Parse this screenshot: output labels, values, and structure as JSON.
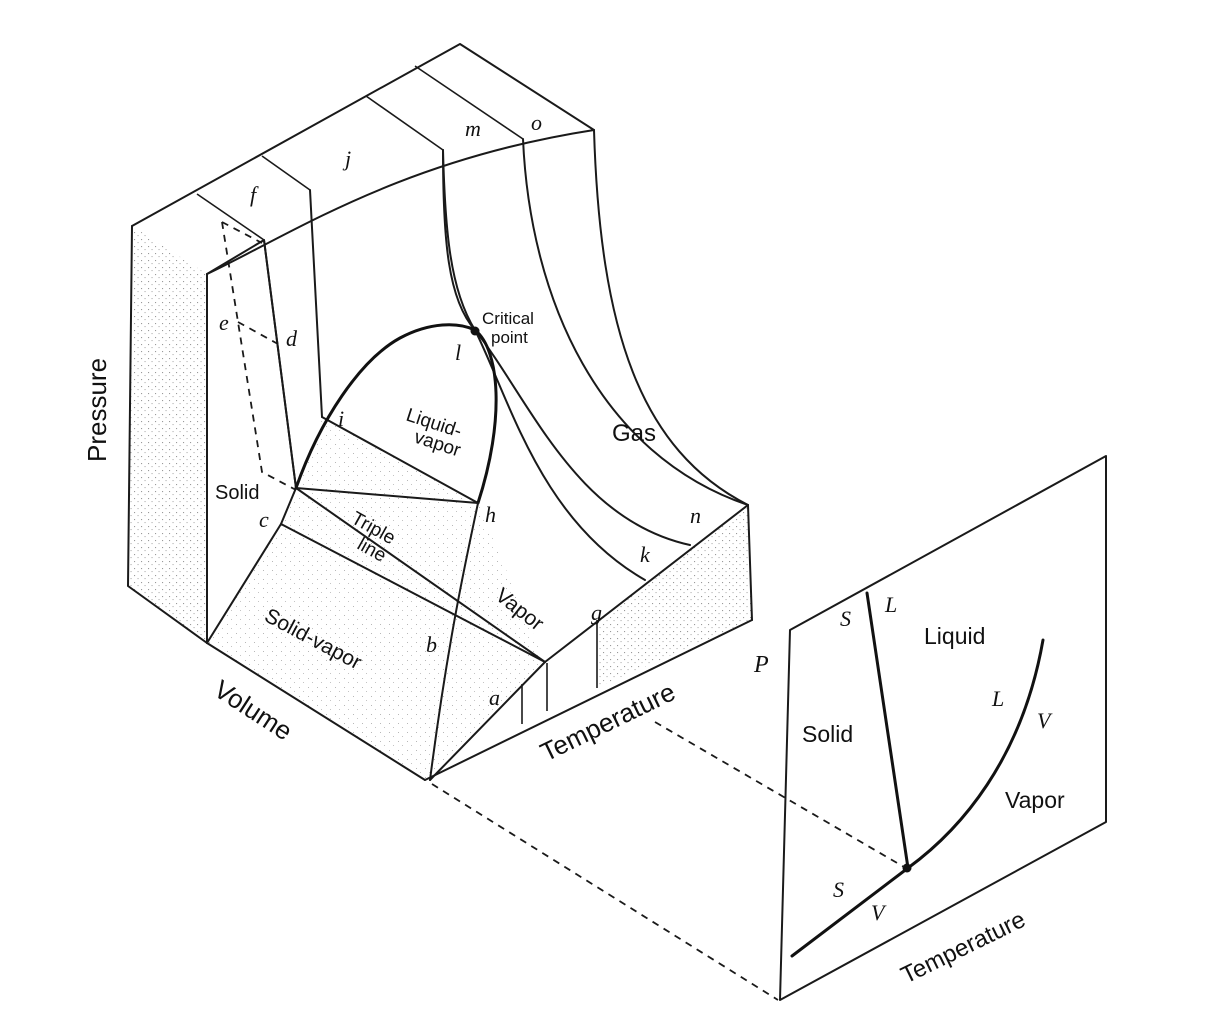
{
  "diagram": {
    "colors": {
      "line": "#1a1a1a",
      "stipple": "#9a9a9a",
      "background": "#ffffff"
    },
    "surface": {
      "axes": {
        "pressure": "Pressure",
        "volume": "Volume",
        "temperature": "Temperature"
      },
      "regions": {
        "solid": "Solid",
        "liquid_vapor": [
          "Liquid-",
          "vapor"
        ],
        "gas": "Gas",
        "vapor": "Vapor",
        "solid_vapor": "Solid-vapor",
        "triple_line": [
          "Triple",
          "line"
        ],
        "critical_point": [
          "Critical",
          "point"
        ]
      },
      "points": {
        "a": "a",
        "b": "b",
        "c": "c",
        "d": "d",
        "e": "e",
        "f": "f",
        "g": "g",
        "h": "h",
        "i": "i",
        "j": "j",
        "k": "k",
        "l": "l",
        "m": "m",
        "n": "n",
        "o": "o"
      }
    },
    "projection": {
      "axes": {
        "pressure": "P",
        "temperature": "Temperature"
      },
      "regions": {
        "solid": "Solid",
        "liquid": "Liquid",
        "vapor": "Vapor"
      },
      "curve_labels": {
        "s_top": "S",
        "l_top": "L",
        "l_mid": "L",
        "v_mid": "V",
        "s_low": "S",
        "v_low": "V"
      }
    }
  }
}
